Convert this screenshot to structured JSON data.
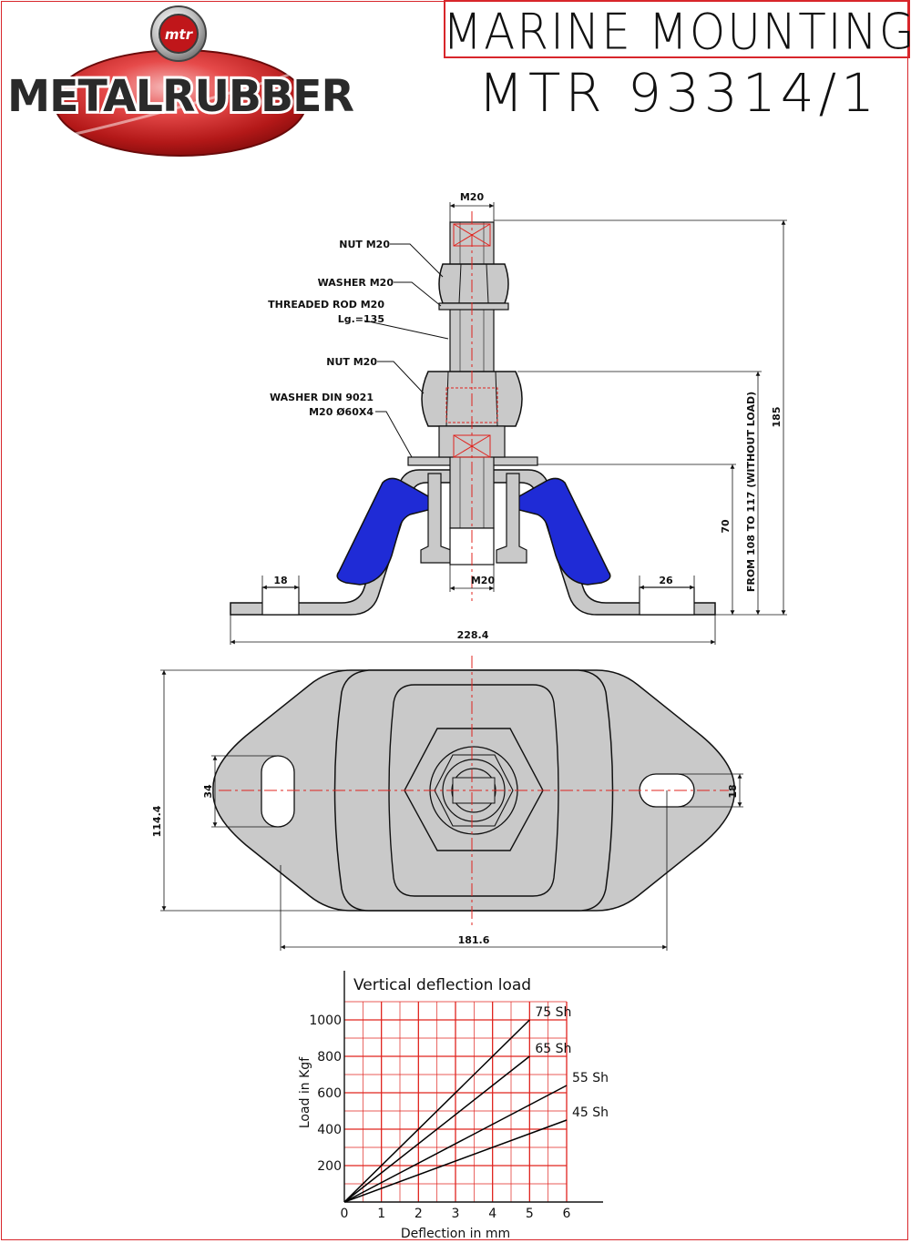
{
  "header": {
    "brand": "METALRUBBER",
    "badge": "mtr",
    "title": "MARINE MOUNTINGS",
    "code": "MTR 93314/1"
  },
  "drawing": {
    "callouts": {
      "nut_top": "NUT M20",
      "washer_top": "WASHER M20",
      "rod_line1": "THREADED ROD M20",
      "rod_line2": "Lg.=135",
      "nut_lower": "NUT M20",
      "washer_din_line1": "WASHER DIN 9021",
      "washer_din_line2": "M20 Ø60X4"
    },
    "dimensions": {
      "thread_top": "M20",
      "thread_bottom": "M20",
      "slot_left": "18",
      "slot_right": "26",
      "base_length": "228.4",
      "height_body": "70",
      "height_range": "FROM 108 TO 117 (WITHOUT LOAD)",
      "height_total": "185",
      "plan_width": "114.4",
      "plan_slot_left": "34",
      "plan_slot_right": "18",
      "plan_body": "181.6"
    },
    "colors": {
      "rubber": "#1f2bd6",
      "metal": "#c9c9c9",
      "centerline": "#e0241f"
    }
  },
  "chart_data": {
    "type": "line",
    "title": "Vertical deflection load",
    "xlabel": "Deflection in mm",
    "ylabel": "Load in Kgf",
    "xlim": [
      0,
      6
    ],
    "ylim": [
      0,
      1100
    ],
    "x_ticks": [
      0,
      1,
      2,
      3,
      4,
      5,
      6
    ],
    "y_ticks": [
      200,
      400,
      600,
      800,
      1000
    ],
    "grid": true,
    "series": [
      {
        "name": "75 Sh",
        "x": [
          0,
          5
        ],
        "y": [
          0,
          1000
        ]
      },
      {
        "name": "65 Sh",
        "x": [
          0,
          5
        ],
        "y": [
          0,
          800
        ]
      },
      {
        "name": "55 Sh",
        "x": [
          0,
          6
        ],
        "y": [
          0,
          640
        ]
      },
      {
        "name": "45 Sh",
        "x": [
          0,
          6
        ],
        "y": [
          0,
          450
        ]
      }
    ],
    "colors": {
      "grid": "#e0241f",
      "lines": "#000000"
    }
  }
}
